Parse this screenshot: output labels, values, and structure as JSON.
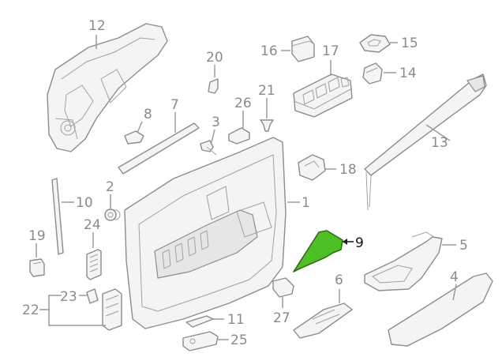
{
  "diagram": {
    "highlight_color": "#4fbf26",
    "highlighted_part": "9",
    "callouts": [
      {
        "id": "12",
        "text": "12"
      },
      {
        "id": "20",
        "text": "20"
      },
      {
        "id": "16",
        "text": "16"
      },
      {
        "id": "15",
        "text": "15"
      },
      {
        "id": "17",
        "text": "17"
      },
      {
        "id": "14",
        "text": "14"
      },
      {
        "id": "8",
        "text": "8"
      },
      {
        "id": "7",
        "text": "7"
      },
      {
        "id": "26",
        "text": "26"
      },
      {
        "id": "21",
        "text": "21"
      },
      {
        "id": "3",
        "text": "3"
      },
      {
        "id": "13",
        "text": "13"
      },
      {
        "id": "18",
        "text": "18"
      },
      {
        "id": "2",
        "text": "2"
      },
      {
        "id": "10",
        "text": "10"
      },
      {
        "id": "1",
        "text": "1"
      },
      {
        "id": "24",
        "text": "24"
      },
      {
        "id": "19",
        "text": "19"
      },
      {
        "id": "9",
        "text": "9"
      },
      {
        "id": "5",
        "text": "5"
      },
      {
        "id": "6",
        "text": "6"
      },
      {
        "id": "4",
        "text": "4"
      },
      {
        "id": "23",
        "text": "23"
      },
      {
        "id": "22",
        "text": "22"
      },
      {
        "id": "27",
        "text": "27"
      },
      {
        "id": "11",
        "text": "11"
      },
      {
        "id": "25",
        "text": "25"
      }
    ]
  }
}
